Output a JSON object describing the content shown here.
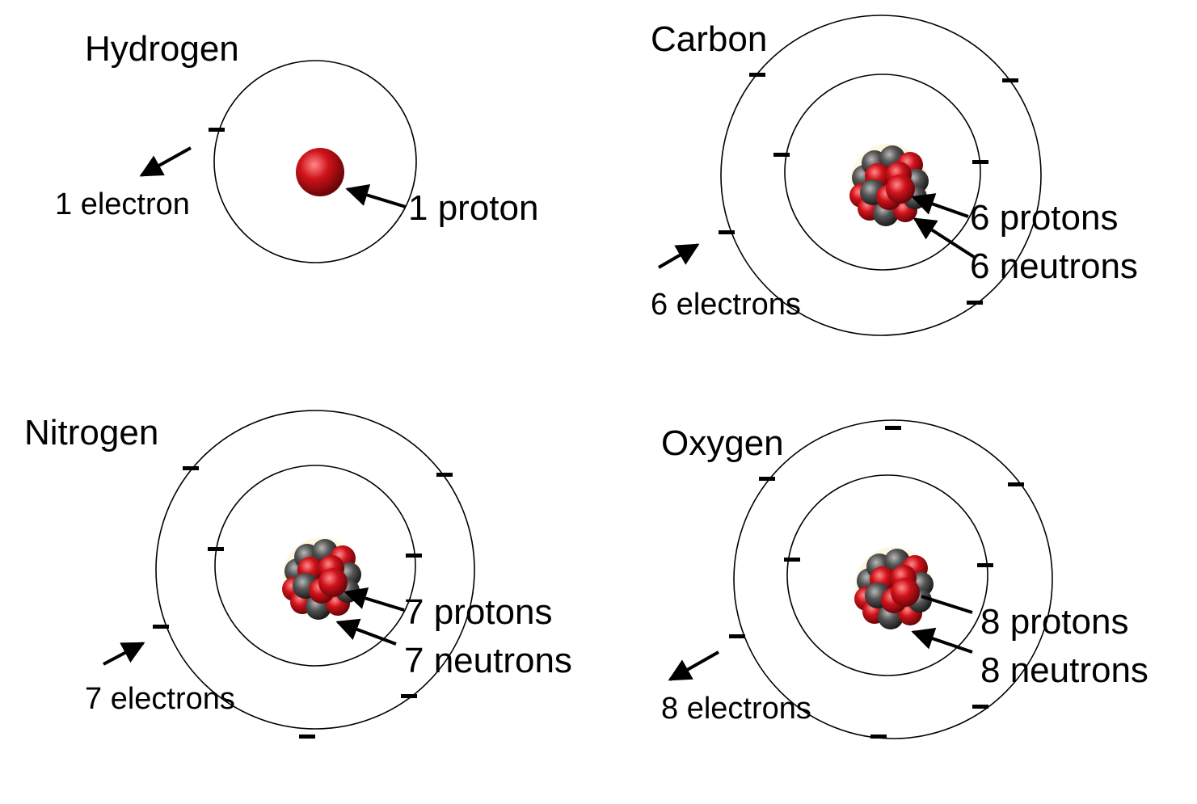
{
  "atoms": [
    {
      "element": "Hydrogen",
      "electron_label": "1 electron",
      "proton_label": "1 proton",
      "neutron_label": "",
      "electrons": 1,
      "protons": 1,
      "neutrons": 0
    },
    {
      "element": "Carbon",
      "electron_label": "6 electrons",
      "proton_label": "6 protons",
      "neutron_label": "6 neutrons",
      "electrons": 6,
      "protons": 6,
      "neutrons": 6
    },
    {
      "element": "Nitrogen",
      "electron_label": "7 electrons",
      "proton_label": "7 protons",
      "neutron_label": "7 neutrons",
      "electrons": 7,
      "protons": 7,
      "neutrons": 7
    },
    {
      "element": "Oxygen",
      "electron_label": "8 electrons",
      "proton_label": "8 protons",
      "neutron_label": "8 neutrons",
      "electrons": 8,
      "protons": 8,
      "neutrons": 8
    }
  ],
  "colors": {
    "proton": "#d0121b",
    "neutron": "#555555",
    "orbit": "#000000",
    "text": "#000000"
  },
  "electron_symbol": "–"
}
